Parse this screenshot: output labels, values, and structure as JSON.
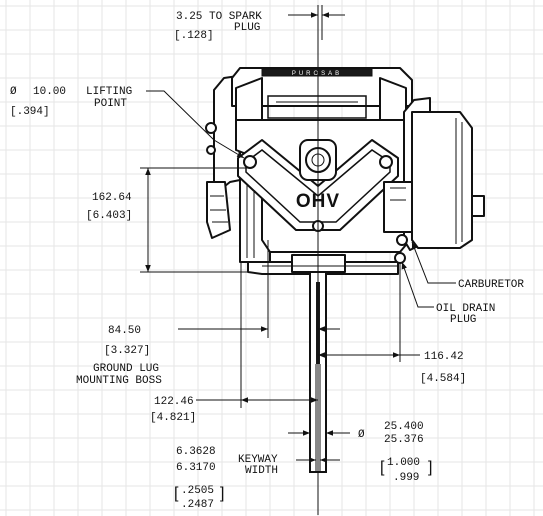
{
  "spark_plug": {
    "line1": "3.25 TO SPARK",
    "line2": "PLUG",
    "inch": "[.128]"
  },
  "lifting_point": {
    "symbol": "Ø",
    "value": "10.00",
    "line1": "LIFTING",
    "line2": "POINT",
    "inch": "[.394]"
  },
  "height": {
    "mm": "162.64",
    "inch": "[6.403]"
  },
  "ground_lug": {
    "mm": "84.50",
    "inch": "[3.327]",
    "line1": "GROUND LUG",
    "line2": "MOUNTING BOSS"
  },
  "right_offset": {
    "mm": "116.42",
    "inch": "[4.584]"
  },
  "left_offset": {
    "mm": "122.46",
    "inch": "[4.821]"
  },
  "keyway": {
    "max": "6.3628",
    "min": "6.3170",
    "line1": "KEYWAY",
    "line2": "WIDTH",
    "inch_max": ".2505",
    "inch_min": ".2487"
  },
  "shaft": {
    "symbol": "Ø",
    "max": "25.400",
    "min": "25.376",
    "inch_max": "1.000",
    "inch_min": ".999"
  },
  "carburetor": "CARBURETOR",
  "oil_drain": {
    "line1": "OIL DRAIN",
    "line2": "PLUG"
  },
  "engine_badge": "OHV"
}
